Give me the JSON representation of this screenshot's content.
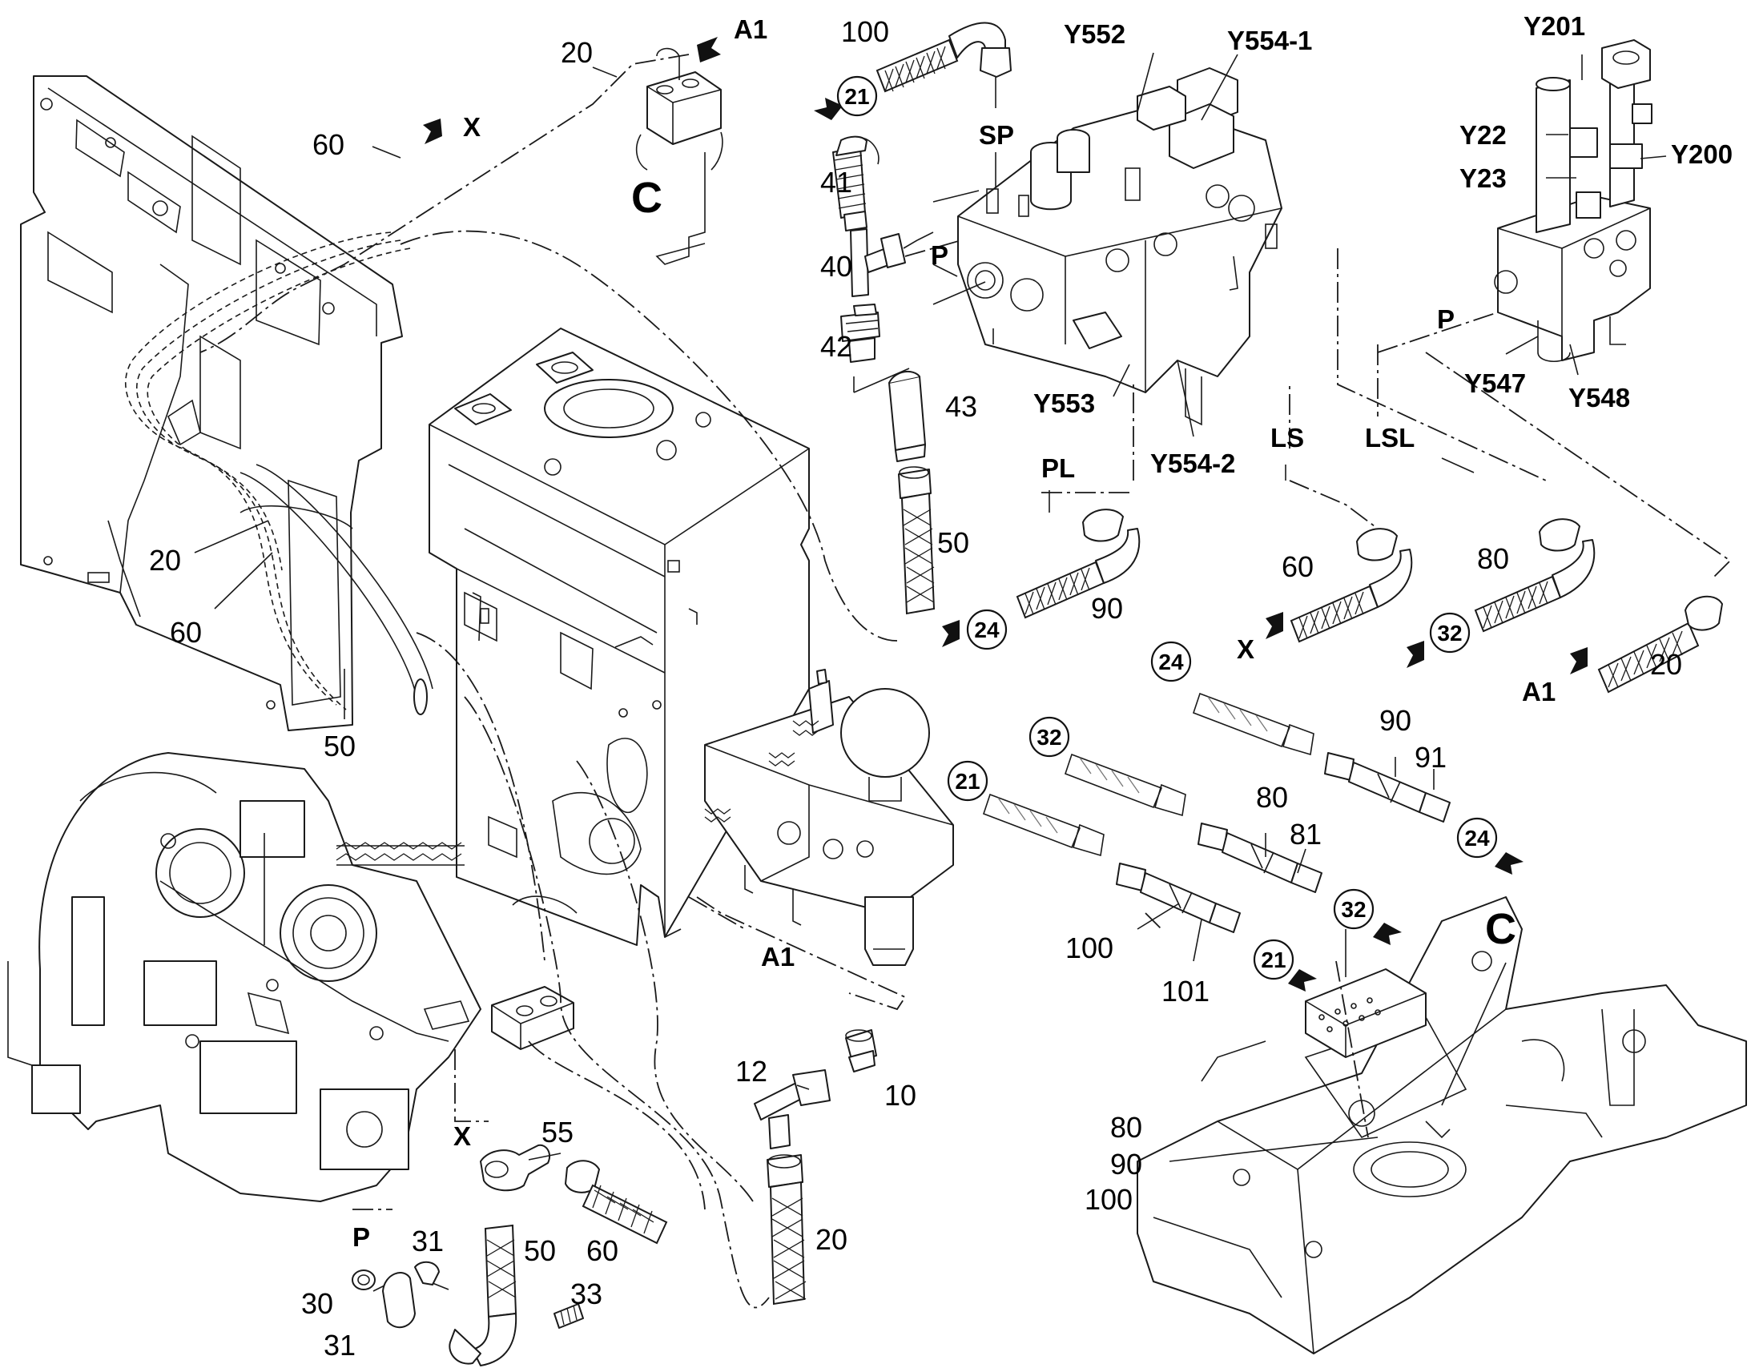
{
  "diagram": {
    "view_letter_top": "C",
    "view_letter_frame": "C",
    "labels": {
      "A1_top": "A1",
      "A1_right": "A1",
      "A1_block": "A1",
      "X_top": "X",
      "X_right": "X",
      "X_pump": "X",
      "P_left": "P",
      "P_right": "P",
      "P_pump": "P",
      "SP": "SP",
      "PL": "PL",
      "LS": "LS",
      "LSL": "LSL"
    },
    "valves": {
      "Y552": "Y552",
      "Y554_1": "Y554-1",
      "Y553": "Y553",
      "Y554_2": "Y554-2",
      "Y201": "Y201",
      "Y22": "Y22",
      "Y23": "Y23",
      "Y200": "Y200",
      "Y547": "Y547",
      "Y548": "Y548"
    },
    "part_numbers": {
      "n20_top": "20",
      "n60_top": "60",
      "n20_frame": "20",
      "n60_frame": "60",
      "n50_frame": "50",
      "n100_top": "100",
      "n41": "41",
      "n40": "40",
      "n42": "42",
      "n43": "43",
      "n50_mid": "50",
      "n90_pl": "90",
      "n60_ls": "60",
      "n80_lsl": "80",
      "n20_a1": "20",
      "n90_fit": "90",
      "n91": "91",
      "n80_fit": "80",
      "n81": "81",
      "n100_fit": "100",
      "n101": "101",
      "n12": "12",
      "n10": "10",
      "n20_bottom": "20",
      "n55": "55",
      "n50_bottom": "50",
      "n60_bottom": "60",
      "n31_top": "31",
      "n30": "30",
      "n31_bottom": "31",
      "n33": "33",
      "n80_list": "80",
      "n90_list": "90",
      "n100_list": "100"
    },
    "circled": {
      "c21_top": "21",
      "c24_mid": "24",
      "c32_mid": "32",
      "c24_hose": "24",
      "c32_hose": "32",
      "c21_hose": "21",
      "c24_fit": "24",
      "c32_fit": "32",
      "c21_fit": "21"
    }
  }
}
